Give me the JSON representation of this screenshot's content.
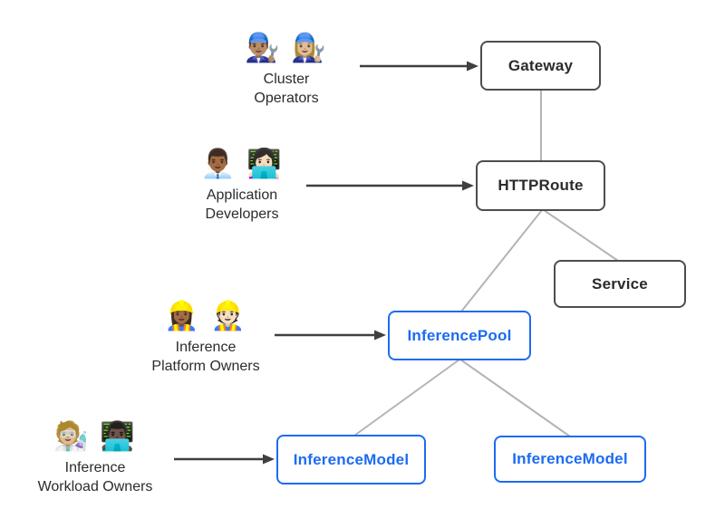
{
  "colors": {
    "background": "#ffffff",
    "standard_node_border": "#4d4d4d",
    "standard_node_text": "#2b2b2b",
    "inference_node_border": "#1c6bf2",
    "inference_node_text": "#1c6bf2",
    "connector_line": "#b4b4b4",
    "arrow": "#3f3f3f"
  },
  "personas": [
    {
      "label_lines": [
        "Cluster",
        "Operators"
      ],
      "emojis": "👨🏽‍🔧 👩🏼‍🔧",
      "icon_names": [
        "man-mechanic-icon",
        "woman-mechanic-icon"
      ]
    },
    {
      "label_lines": [
        "Application",
        "Developers"
      ],
      "emojis": "👨🏾‍💼 👩🏻‍💻",
      "icon_names": [
        "man-office-worker-icon",
        "woman-technologist-icon"
      ]
    },
    {
      "label_lines": [
        "Inference",
        "Platform Owners"
      ],
      "emojis": "👷🏾‍♀️ 👷🏻",
      "icon_names": [
        "woman-construction-worker-icon",
        "man-construction-worker-icon"
      ]
    },
    {
      "label_lines": [
        "Inference",
        "Workload Owners"
      ],
      "emojis": "🧑🏼‍🔬 👨🏿‍💻",
      "icon_names": [
        "scientist-icon",
        "man-technologist-icon"
      ]
    }
  ],
  "nodes": [
    {
      "label": "Gateway",
      "style": "standard"
    },
    {
      "label": "HTTPRoute",
      "style": "standard"
    },
    {
      "label": "Service",
      "style": "standard"
    },
    {
      "label": "InferencePool",
      "style": "inference"
    },
    {
      "label": "InferenceModel",
      "style": "inference"
    },
    {
      "label": "InferenceModel",
      "style": "inference"
    }
  ],
  "edges": [
    {
      "from": "Gateway",
      "to": "HTTPRoute",
      "type": "line"
    },
    {
      "from": "HTTPRoute",
      "to": "InferencePool",
      "type": "line"
    },
    {
      "from": "HTTPRoute",
      "to": "Service",
      "type": "line"
    },
    {
      "from": "InferencePool",
      "to": "InferenceModel-left",
      "type": "line"
    },
    {
      "from": "InferencePool",
      "to": "InferenceModel-right",
      "type": "line"
    },
    {
      "from": "Cluster Operators",
      "to": "Gateway",
      "type": "arrow"
    },
    {
      "from": "Application Developers",
      "to": "HTTPRoute",
      "type": "arrow"
    },
    {
      "from": "Inference Platform Owners",
      "to": "InferencePool",
      "type": "arrow"
    },
    {
      "from": "Inference Workload Owners",
      "to": "InferenceModel-left",
      "type": "arrow"
    }
  ]
}
